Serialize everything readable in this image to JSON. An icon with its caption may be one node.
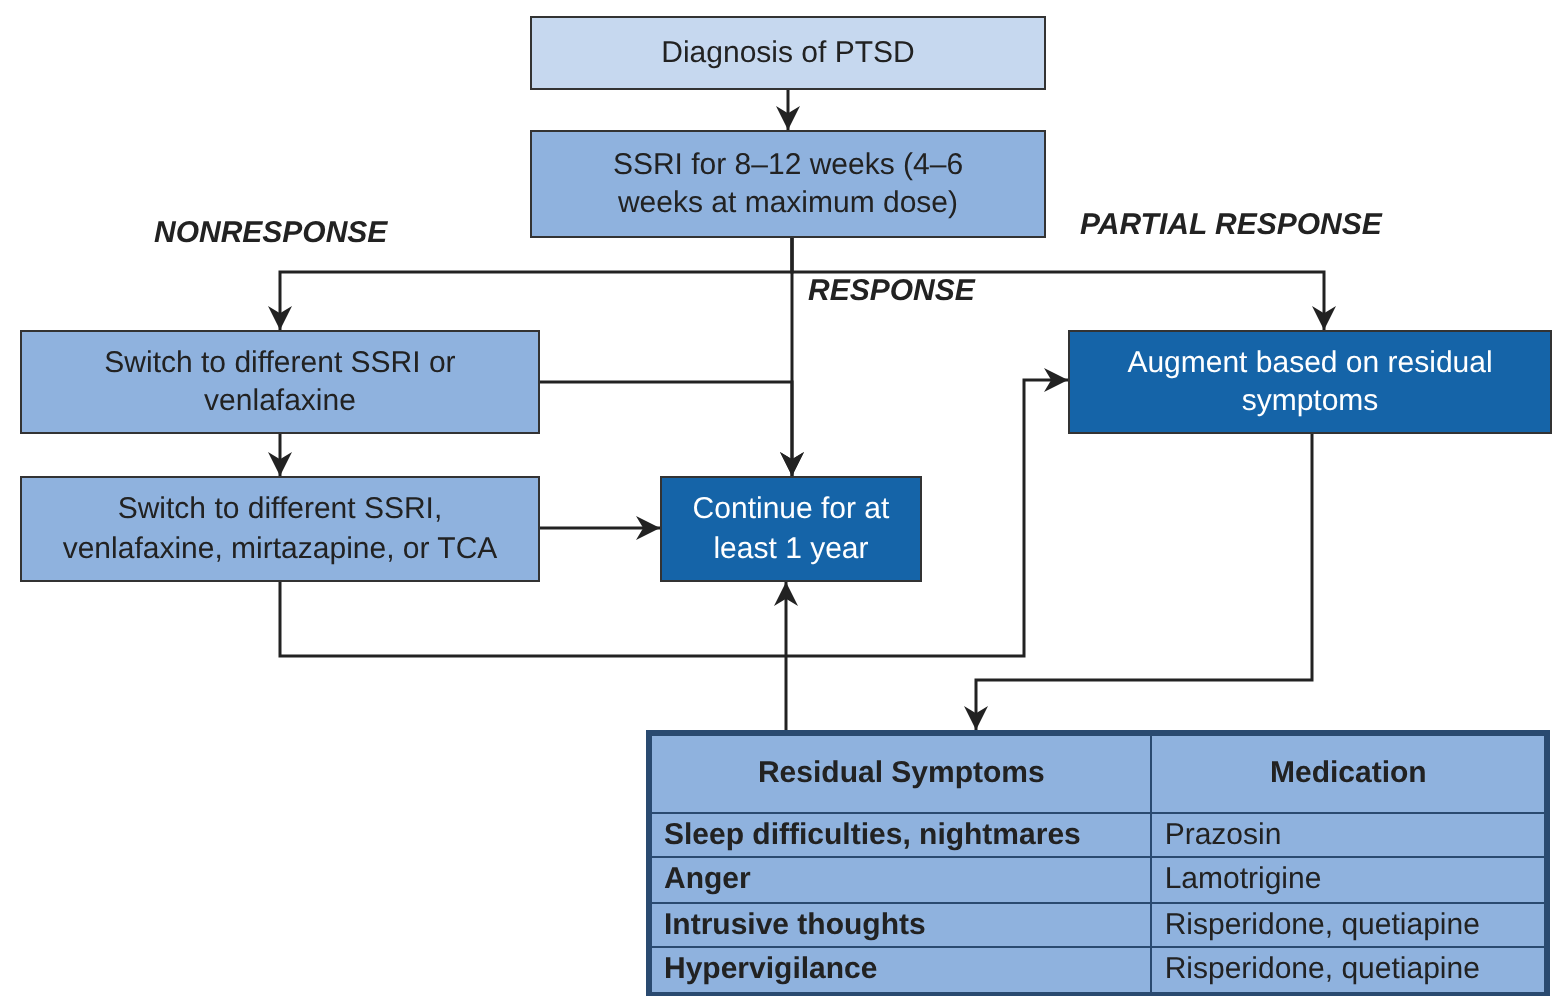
{
  "diagram": {
    "nodes": [
      {
        "text": [
          "Diagnosis of PTSD"
        ]
      },
      {
        "text": [
          "SSRI for 8–12 weeks (4–6 weeks at maximum dose)"
        ]
      },
      {
        "text": [
          "Switch to different SSRI or venlafaxine"
        ]
      },
      {
        "text": [
          "Augment based on residual symptoms"
        ]
      },
      {
        "text": [
          "Switch to different SSRI, venlafaxine, mirtazapine, or TCA"
        ]
      },
      {
        "text": [
          "Continue for at least 1 year"
        ]
      },
      {
        "text": [],
        "shape": "box"
      }
    ],
    "edges": [
      {
        "from": 0,
        "to": 1,
        "arrow": "to"
      },
      {
        "from": 1,
        "to": 2,
        "arrow": "to",
        "label": "NONRESPONSE"
      },
      {
        "from": 1,
        "to": 3,
        "arrow": "to",
        "label": "PARTIAL RESPONSE"
      },
      {
        "from": 1,
        "to": 5,
        "arrow": "to",
        "label": "RESPONSE"
      },
      {
        "from": 2,
        "to": 5,
        "arrow": "to"
      },
      {
        "from": 2,
        "to": 4,
        "arrow": "to"
      },
      {
        "from": 4,
        "to": 5,
        "arrow": "to"
      },
      {
        "from": 4,
        "to": 3,
        "arrow": "to"
      },
      {
        "from": 3,
        "to": 6,
        "arrow": "to"
      },
      {
        "from": 6,
        "to": 5,
        "arrow": "to"
      }
    ],
    "labels": [
      "Residual Symptoms",
      "Medication",
      "Sleep difficulties, nightmares",
      "Prazosin",
      "Anger",
      "Lamotrigine",
      "Intrusive thoughts",
      "Risperidone, quetiapine",
      "Hypervigilance",
      "Risperidone, quetiapine"
    ]
  }
}
